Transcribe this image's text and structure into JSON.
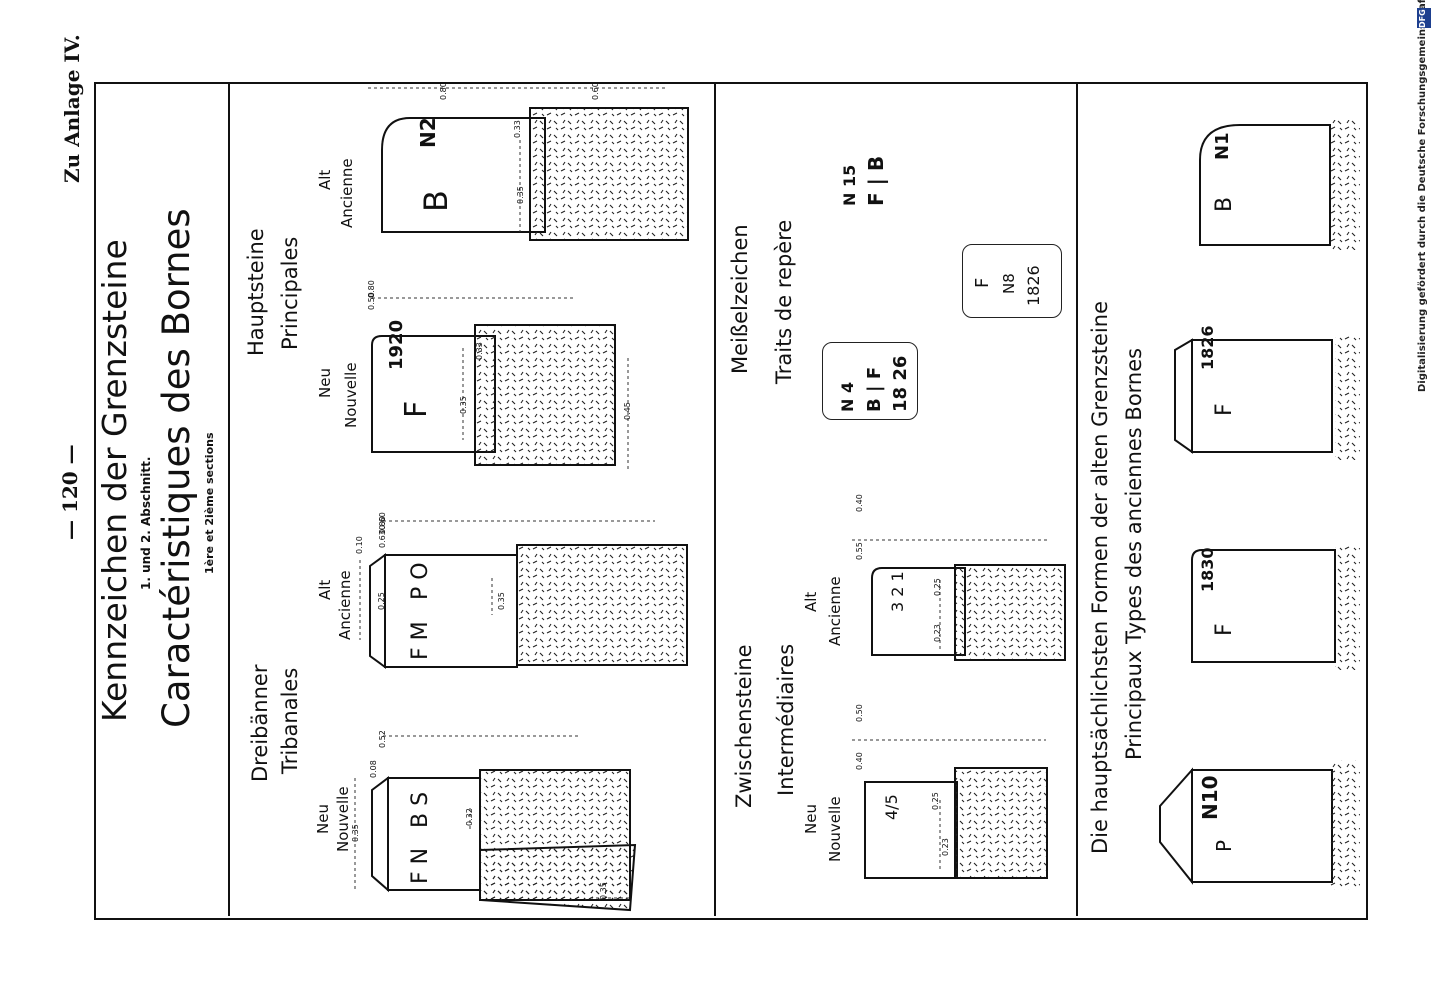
{
  "page": {
    "page_number": "— 120 —",
    "appendix": "Zu Anlage IV.",
    "digitization_credit": "Digitalisierung gefördert durch die Deutsche Forschungsgemeinschaft",
    "funder_logo": "DFG"
  },
  "title": {
    "de": "Kennzeichen der Grenzsteine",
    "de_sub": "1. und 2. Abschnitt.",
    "fr": "Caractéristiques des Bornes",
    "fr_sub": "1ère et 2ième sections"
  },
  "section1": {
    "group_left": {
      "de": "Dreibänner",
      "fr": "Tribanales",
      "stones": [
        {
          "tag_de": "Neu",
          "tag_fr": "Nouvelle",
          "face_a": "F N",
          "face_b": "B S",
          "dims": [
            "0.35",
            "0.52",
            "0.63",
            "0.08",
            "0.32",
            "0.35"
          ]
        },
        {
          "tag_de": "Alt",
          "tag_fr": "Ancienne",
          "face_a": "F M",
          "face_b": "P O",
          "dims": [
            "0.10",
            "0.25",
            "0.80",
            "0.60",
            "0.35"
          ]
        }
      ]
    },
    "group_right": {
      "de": "Hauptsteine",
      "fr": "Principales",
      "stones": [
        {
          "tag_de": "Neu",
          "tag_fr": "Nouvelle",
          "face_a": "F",
          "face_b": "1920",
          "dims": [
            "0.50",
            "0.80",
            "0.35",
            "0.33",
            "0.45"
          ]
        },
        {
          "tag_de": "Alt",
          "tag_fr": "Ancienne",
          "face_a": "B",
          "face_b": "N2",
          "dims": [
            "0.80",
            "0.60",
            "0.35",
            "0.33"
          ]
        }
      ]
    }
  },
  "section2": {
    "group_left": {
      "de": "Zwischensteine",
      "fr": "Intermédiaires",
      "stones": [
        {
          "tag_de": "Neu",
          "tag_fr": "Nouvelle",
          "face_a": "4/5",
          "dims": [
            "0.40",
            "0.50",
            "0.25",
            "0.23"
          ]
        },
        {
          "tag_de": "Alt",
          "tag_fr": "Ancienne",
          "face_a": "3 2 1",
          "dims": [
            "0.55",
            "0.40",
            "0.25",
            "0.23"
          ]
        }
      ]
    },
    "group_right": {
      "de": "Meißelzeichen",
      "fr": "Traits de repère",
      "marks": [
        {
          "lines": [
            "N  4",
            "B | F",
            "18 26"
          ]
        },
        {
          "lines": [
            "F",
            "N8",
            "1826"
          ]
        },
        {
          "lines": [
            "N 15",
            "F | B"
          ]
        }
      ]
    }
  },
  "section3": {
    "heading_de": "Die hauptsächlichsten Formen der alten Grenzsteine",
    "heading_fr": "Principaux Types des anciennes Bornes",
    "stones": [
      {
        "face": "P",
        "top": "N10"
      },
      {
        "face": "F",
        "top": "1830"
      },
      {
        "face": "F",
        "top": "1826"
      },
      {
        "face": "B",
        "top": "N1"
      }
    ]
  }
}
